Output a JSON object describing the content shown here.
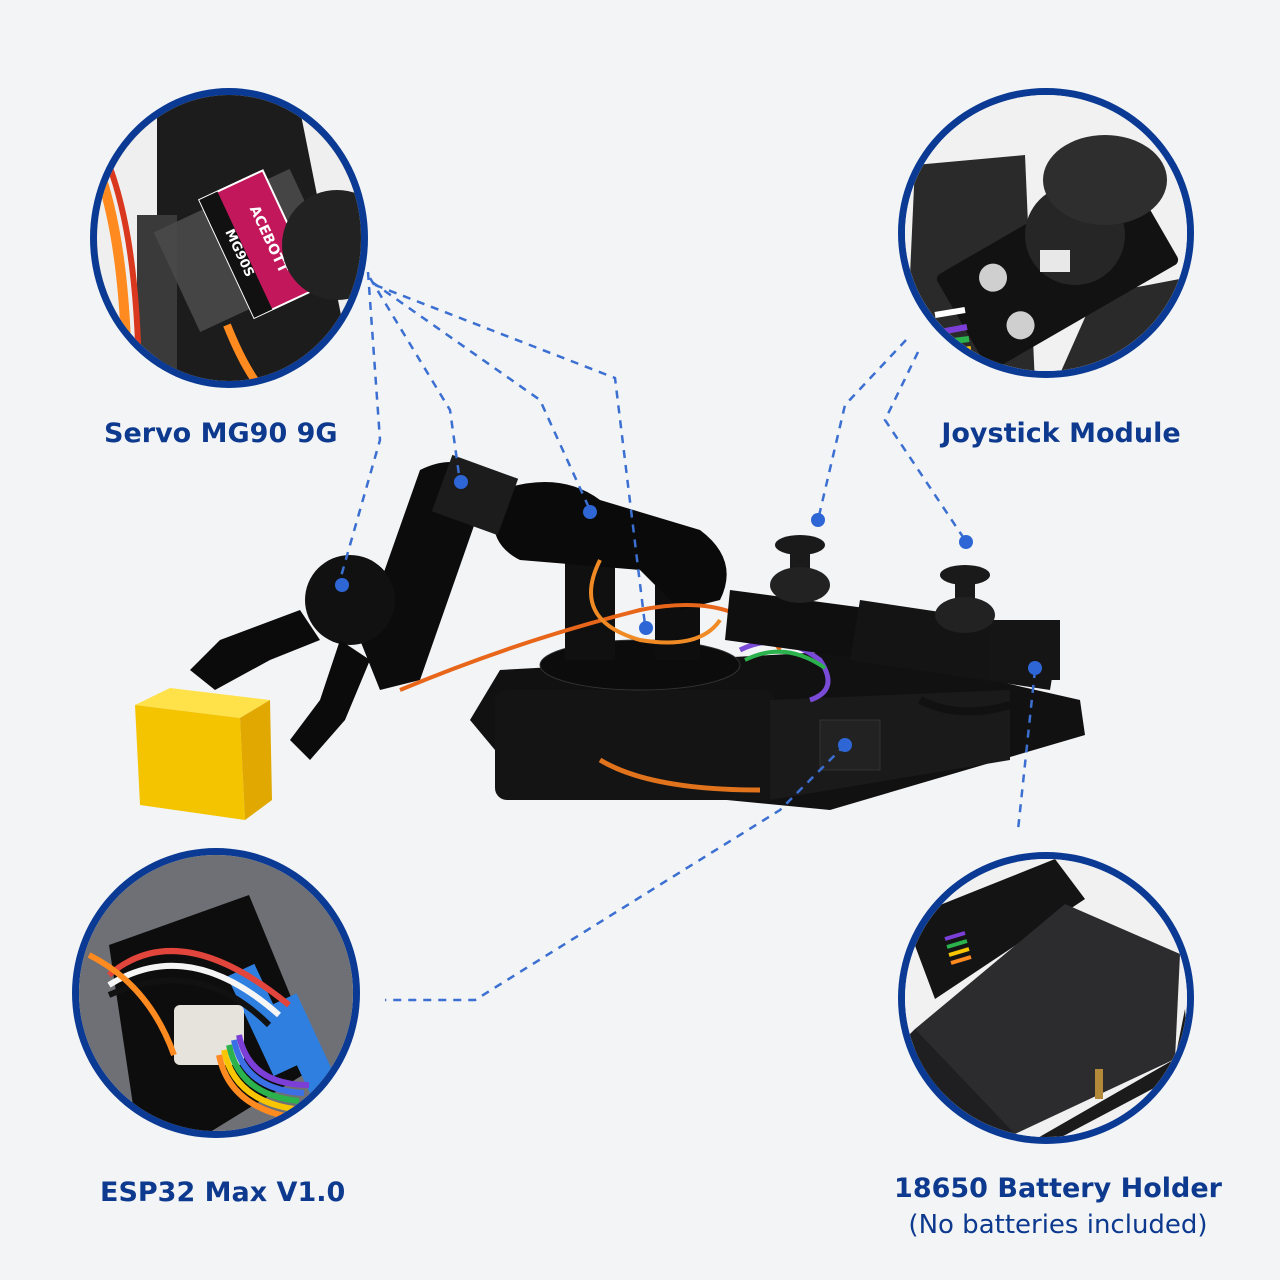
{
  "labels": {
    "servo": "Servo MG90 9G",
    "joystick": "Joystick Module",
    "esp32": "ESP32 Max V1.0",
    "battery": "18650 Battery Holder",
    "battery_note": "(No batteries included)"
  },
  "servo_closeup": {
    "brand": "ACEBOTT",
    "model": "MG90S"
  },
  "colors": {
    "label_text": "#0d3a8e",
    "circle_border": "#0b3a94",
    "dashed_line": "#3b6fd1",
    "dot": "#2f66d6",
    "background": "#f3f4f6"
  }
}
